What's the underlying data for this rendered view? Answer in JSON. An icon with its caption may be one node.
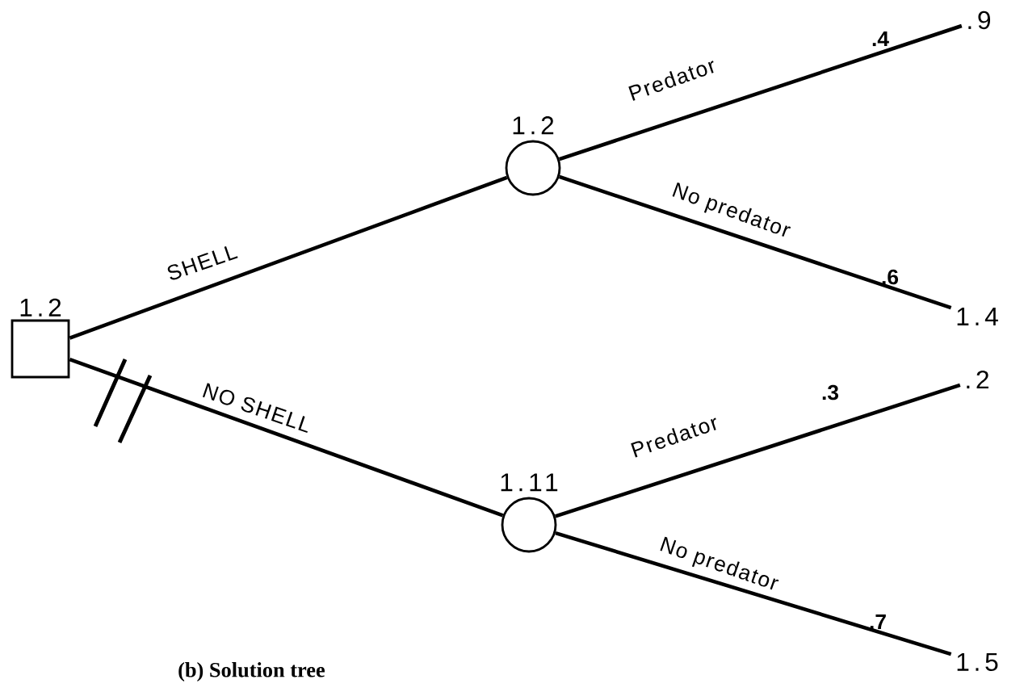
{
  "diagram": {
    "caption": "(b) Solution tree",
    "nodes": [
      {
        "text": [
          "1.2"
        ]
      },
      {
        "text": [
          "1.2"
        ]
      },
      {
        "text": [
          "1.11"
        ]
      },
      {
        "text": [
          ".9"
        ]
      },
      {
        "text": [
          "1.4"
        ]
      },
      {
        "text": [
          ".2"
        ]
      },
      {
        "text": [
          "1.5"
        ]
      }
    ],
    "edges": [
      {
        "from": 0,
        "to": 1,
        "arrow": "none",
        "label": "SHELL"
      },
      {
        "from": 0,
        "to": 2,
        "arrow": "none",
        "label": "NO SHELL"
      },
      {
        "from": 1,
        "to": 3,
        "arrow": "none",
        "label": "Predator"
      },
      {
        "from": 1,
        "to": 4,
        "arrow": "none",
        "label": "No predator"
      },
      {
        "from": 2,
        "to": 5,
        "arrow": "none",
        "label": "Predator"
      },
      {
        "from": 2,
        "to": 6,
        "arrow": "none",
        "label": "No predator"
      }
    ],
    "labels": [
      ".4",
      ".6",
      ".3",
      ".7"
    ]
  }
}
